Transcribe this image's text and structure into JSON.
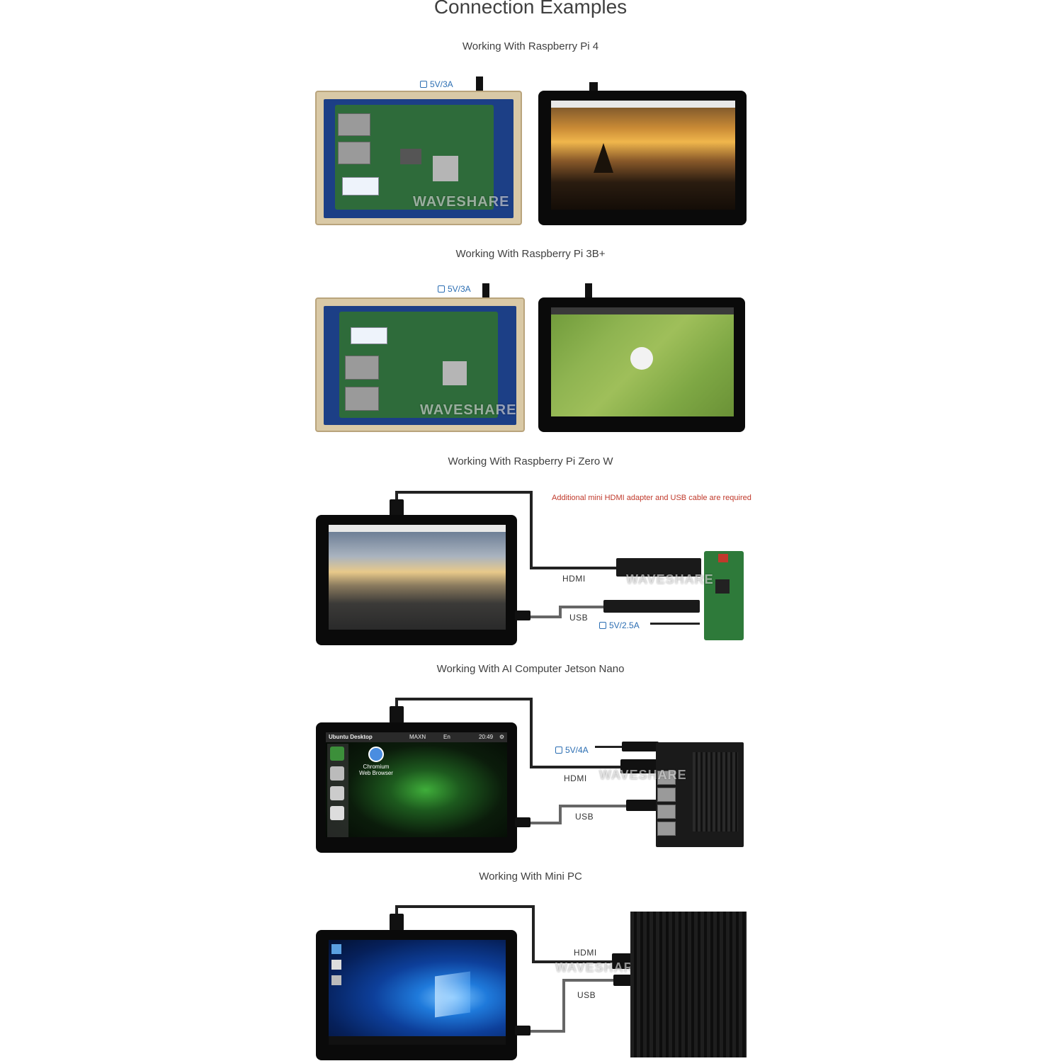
{
  "page": {
    "title": "Connection Examples"
  },
  "sections": [
    {
      "heading": "Working With Raspberry Pi 4",
      "power": "5V/3A",
      "watermark": "WAVESHARE"
    },
    {
      "heading": "Working With Raspberry Pi 3B+",
      "power": "5V/3A",
      "watermark": "WAVESHARE"
    },
    {
      "heading": "Working With Raspberry Pi Zero W",
      "power": "5V/2.5A",
      "note": "Additional mini HDMI adapter and USB cable are required",
      "hdmi": "HDMI",
      "usb": "USB",
      "watermark": "WAVESHARE"
    },
    {
      "heading": "Working With AI Computer Jetson Nano",
      "power": "5V/4A",
      "hdmi": "HDMI",
      "usb": "USB",
      "watermark": "WAVESHARE",
      "desktop_title": "Ubuntu Desktop",
      "desktop_mode": "MAXN",
      "desktop_time": "20:49",
      "desktop_lang": "En",
      "desktop_icon_label": "Chromium Web Browser"
    },
    {
      "heading": "Working With Mini PC",
      "hdmi": "HDMI",
      "usb": "USB",
      "watermark": "WAVESHARE"
    }
  ],
  "colors": {
    "power_blue": "#2a6db2",
    "note_red": "#c0392b",
    "case_beige": "#d9c9a6",
    "board_blue": "#1c3f86",
    "pcb_green": "#2e6b3a"
  }
}
